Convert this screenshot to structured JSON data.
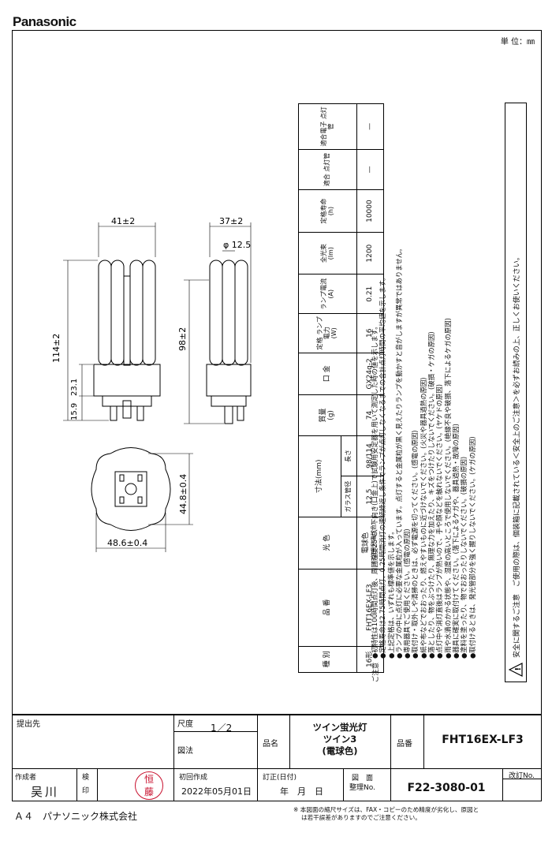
{
  "brand": "Panasonic",
  "unit_label": "単 位：㎜",
  "dims": {
    "front_width": "41±2",
    "front_height": "114±2",
    "front_base_1": "23.1",
    "front_base_2": "15.9",
    "side_width": "37±2",
    "side_tube_dia": "φ 12.5",
    "side_height": "98±2",
    "bottom_width": "48.6±0.4",
    "bottom_height": "44.8±0.4"
  },
  "table": {
    "h_type": "種 別",
    "h_model": "品 番",
    "h_color": "光 色",
    "h_dims": "寸法(mm)",
    "h_dia": "ガラス管径",
    "h_len": "長さ",
    "h_mass": "質量",
    "h_mass_unit": "(g)",
    "h_base": "口 金",
    "h_power": "定格 ランプ電力",
    "h_power_unit": "(W)",
    "h_current": "ランプ電流",
    "h_current_unit": "(A)",
    "h_flux": "全光束",
    "h_flux_unit": "(lm)",
    "h_life": "定格寿命",
    "h_life_unit": "(h)",
    "h_ballast": "適合 点灯管",
    "h_ebal": "適合電子 点灯管",
    "r_type": "16形",
    "r_model": "FHT16EX-LF3",
    "r_color": "電球色",
    "r_color_sub": "(3波長形電球色)",
    "r_dia": "12.5",
    "r_len": "98/114",
    "r_mass": "74",
    "r_base": "GX24q-2",
    "r_power": "16",
    "r_current": "0.21",
    "r_flux": "1200",
    "r_life": "10000",
    "r_ballast": "—",
    "r_ebal": "—"
  },
  "notes_title": "ご注意",
  "notes": [
    "●初特性は100時間点灯後、周囲温度25℃、下向き(口金上)で試験用安定器を用いて測定した時の値を示します。",
    "●定格寿命は2.75時間点灯、0.25時間消灯の連続繰返し条件でランプが点灯しなくなるまでの合計点灯時間の平均値を示します。",
    "●上記定格は、いずれも標準値を示します。",
    "●ランプの中に点灯に必要な金属粒が入っています。点灯すると金属粒が黒く見えたりランプを動かすと音がしますが異常ではありません。",
    "●専用器具でご使用ください。(感電の原因)",
    "●取付け・取外しや清掃のときは、必ず電源を切ってください。(感電の原因)",
    "●紙や布などでおおったり、燃えやすいものに近づけないでください。(火災や器具過熱の原因)",
    "●落としたり、物をぶつけたり、無理な力を加えたり、キズをつけたりしないでください。(破損・ケガの原因)",
    "●点灯中や消灯直後はランプが熱いので、手や顔などを触れないでください。(ヤケドの原因)",
    "●雨や水滴のかかる状態や、湿度の高いところで使用しないでください。(絶縁不良や破損、落下によるケガの原因)",
    "●器具に確実に取付けてください。(落下によるケガや、器具過熱・故障の原因)",
    "●塗料を塗ったり、物でおおったりしないでください。(破損の原因)",
    "●取付けるときは、発光管部分を強く握りしないでください。(ケガの原因)"
  ],
  "safety_notice": "安全に関するご注意　ご使用の際は、個装箱に記載されている＜安全上のご注意＞を必ずお読みの上、正しくお使いください。",
  "title_block": {
    "submit_to": "提出先",
    "scale_label": "尺度",
    "scale_value": "1／2",
    "drawing_method": "図法",
    "product_name_label": "品名",
    "product_name_1": "ツイン蛍光灯",
    "product_name_2": "ツイン3",
    "product_name_3": "(電球色)",
    "part_no_label": "品番",
    "part_no_value": "FHT16EX-LF3",
    "creator_label": "作成者",
    "creator_name": "吴川",
    "check_label_1": "検",
    "check_label_2": "印",
    "stamp_char_1": "恒",
    "stamp_char_2": "藤",
    "first_made_label": "初回作成",
    "first_made_date": "2022年05月01日",
    "revised_label": "訂正(日付)",
    "revised_date": "年　月　日",
    "drawing_no_label_1": "図　面",
    "drawing_no_label_2": "整理No.",
    "drawing_no_value": "F22-3080-01",
    "revision_label": "改訂No."
  },
  "footer_left": "Ａ４　パナソニック株式会社",
  "footer_note_1": "※ 本図面の縮尺サイズは、FAX・コピーのため精度が劣化し、原図と",
  "footer_note_2": "は若干誤差がありますのでご注意ください。"
}
